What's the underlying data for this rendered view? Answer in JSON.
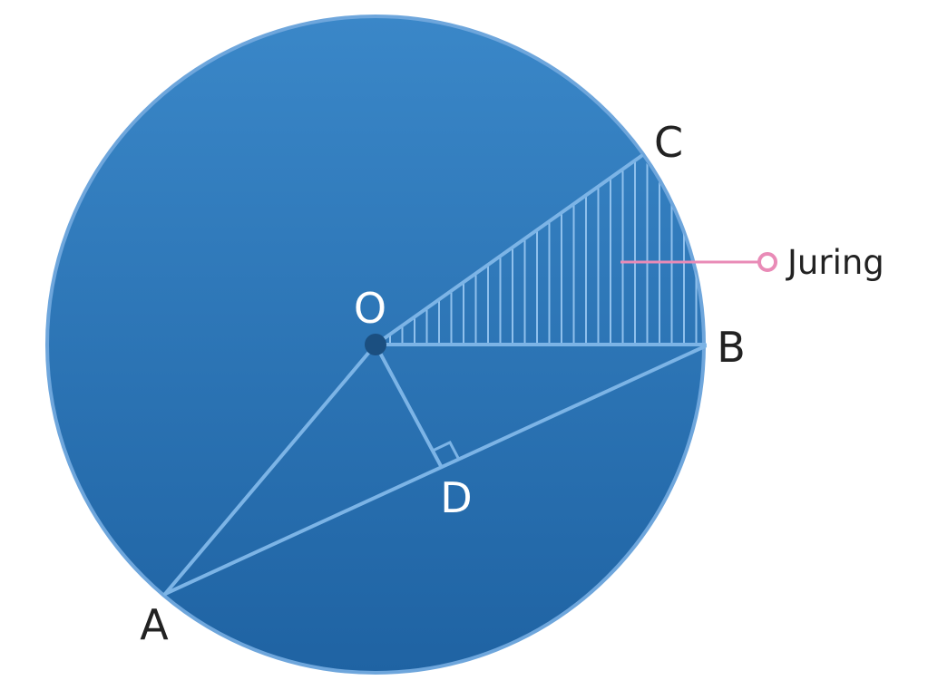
{
  "points": {
    "o": "O",
    "a": "A",
    "b": "B",
    "c": "C",
    "d": "D"
  },
  "callout": {
    "label": "Juring"
  },
  "colors": {
    "circle_fill_top": "#3a87c8",
    "circle_fill_bottom": "#1f63a3",
    "circle_stroke": "#6ea6dc",
    "segment_stroke": "#7cb4e6",
    "center_dot": "#1b4f80",
    "inner_label": "#ffffff",
    "outer_label": "#222222",
    "callout_line": "#e98bb7"
  }
}
